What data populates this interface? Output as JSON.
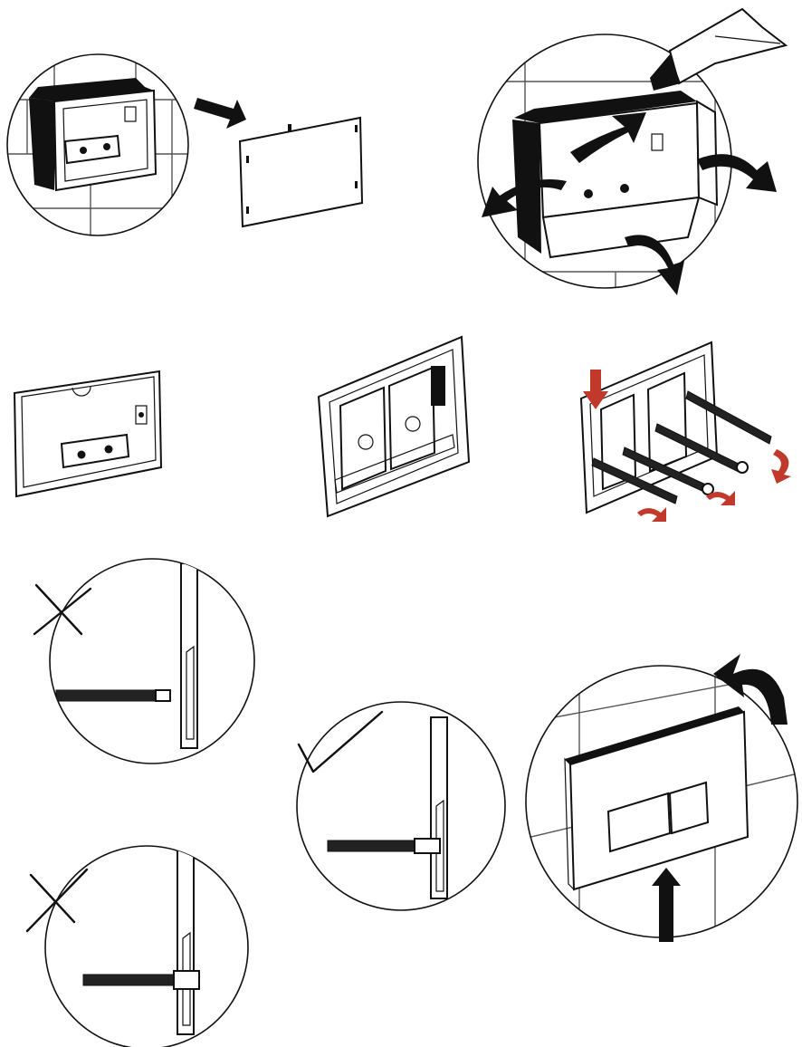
{
  "diagram": {
    "panels": [
      {
        "id": "step-1",
        "subject": "install-box-with-cover"
      },
      {
        "id": "step-2",
        "subject": "cut-box-flaps"
      },
      {
        "id": "step-3",
        "subject": "back-box"
      },
      {
        "id": "step-4",
        "subject": "mounting-frame"
      },
      {
        "id": "step-5",
        "subject": "frame-with-rods"
      },
      {
        "id": "step-6",
        "subject": "rod-too-short",
        "mark": "cross"
      },
      {
        "id": "step-7",
        "subject": "rod-correct",
        "mark": "check"
      },
      {
        "id": "step-8",
        "subject": "rod-too-long",
        "mark": "cross"
      },
      {
        "id": "step-9",
        "subject": "attach-flush-plate"
      }
    ],
    "colors": {
      "line": "#111111",
      "accent": "#c0392b",
      "tile": "#555555"
    }
  }
}
